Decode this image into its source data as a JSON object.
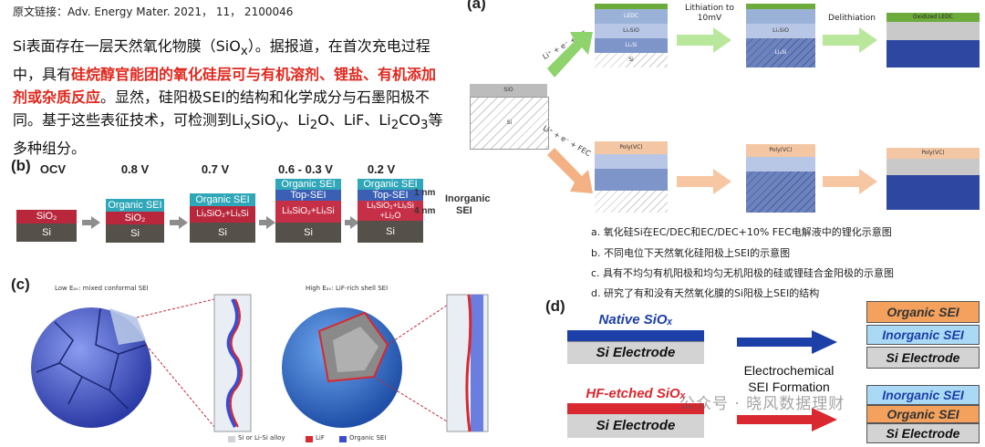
{
  "header": {
    "source_label": "原文链接：Adv. Energy Mater. 2021， 11， 2100046"
  },
  "intro": {
    "p1": "Si表面存在一层天然氧化物膜（SiO",
    "p1_sub": "x",
    "p2": "）。据报道，在首次充电过程中，具有",
    "highlight": "硅烷醇官能团的氧化硅层可与有机溶剂、锂盐、有机添加剂或杂质反应",
    "p3": "。显然，硅阳极SEI的结构和化学成分与石墨阳极不同。基于这些表征技术，可检测到Li",
    "p3_sub1": "x",
    "p3_mid1": "SiO",
    "p3_sub2": "y",
    "p3_mid2": "、Li",
    "p3_sub3": "2",
    "p3_mid3": "O、LiF、Li",
    "p3_sub4": "2",
    "p3_mid4": "CO",
    "p3_sub5": "3",
    "p3_end": "等多种组分。"
  },
  "panel_b": {
    "label": "(b)",
    "voltages": [
      "OCV",
      "0.8 V",
      "0.7 V",
      "0.6 - 0.3 V",
      "0.2 V"
    ],
    "si": "Si",
    "sio2": "SiO₂",
    "organic_sei": "Organic SEI",
    "top_sei": "Top-SEI",
    "lisio": "LiₓSiO₂+LiₓSi",
    "li2o": "+Li₂O",
    "nm1": "1 nm",
    "nm4": "4 nm",
    "inorganic": "Inorganic",
    "sei": "SEI"
  },
  "panel_c": {
    "label": "(c)",
    "left_title": "Low Eₐᵥ: mixed conformal SEI",
    "right_title": "High Eₐᵥ: LiF-rich shell SEI",
    "legend": [
      "Si or Li-Si alloy",
      "LiF",
      "Organic SEI"
    ]
  },
  "panel_a": {
    "label": "(a)",
    "sio": "SiO",
    "si": "Si",
    "ec_label": "Li⁺ + e⁻ + EC",
    "fec_label": "Li⁺ + e⁻ + FEC",
    "lithiation": "Lithiation to",
    "lithiation2": "10mV",
    "delithiation": "Delithiation",
    "ledc": "LEDC",
    "oxidized_ledc": "Oxidized LEDC",
    "lisio": "LiₓSiO",
    "lisi": "LiₓSi",
    "si_small": "Si",
    "poly": "Poly(VC)",
    "captions": [
      "a.   氧化硅Si在EC/DEC和EC/DEC+10% FEC电解液中的锂化示意图",
      "b.   不同电位下天然氧化硅阳极上SEI的示意图",
      "c.   具有不均匀有机阳极和均匀无机阳极的硅或锂硅合金阳极的示意图",
      "d.   研究了有和没有天然氧化膜的Si阳极上SEI的结构"
    ]
  },
  "panel_d": {
    "label": "(d)",
    "native": "Native SiOₓ",
    "hf": "HF-etched SiOₓ",
    "si_electrode": "Si Electrode",
    "formation1": "Electrochemical",
    "formation2": "SEI Formation",
    "organic": "Organic SEI",
    "inorganic": "Inorganic SEI",
    "watermark": "公众号 · 晓风数据理财"
  },
  "colors": {
    "highlight_red": "#e0281e",
    "organic_cyan": "#2fa7b8",
    "sio2_red": "#b8273c",
    "d_blue": "#1c3fa8",
    "d_red": "#d9282f",
    "d_orange": "#f4a15d"
  }
}
